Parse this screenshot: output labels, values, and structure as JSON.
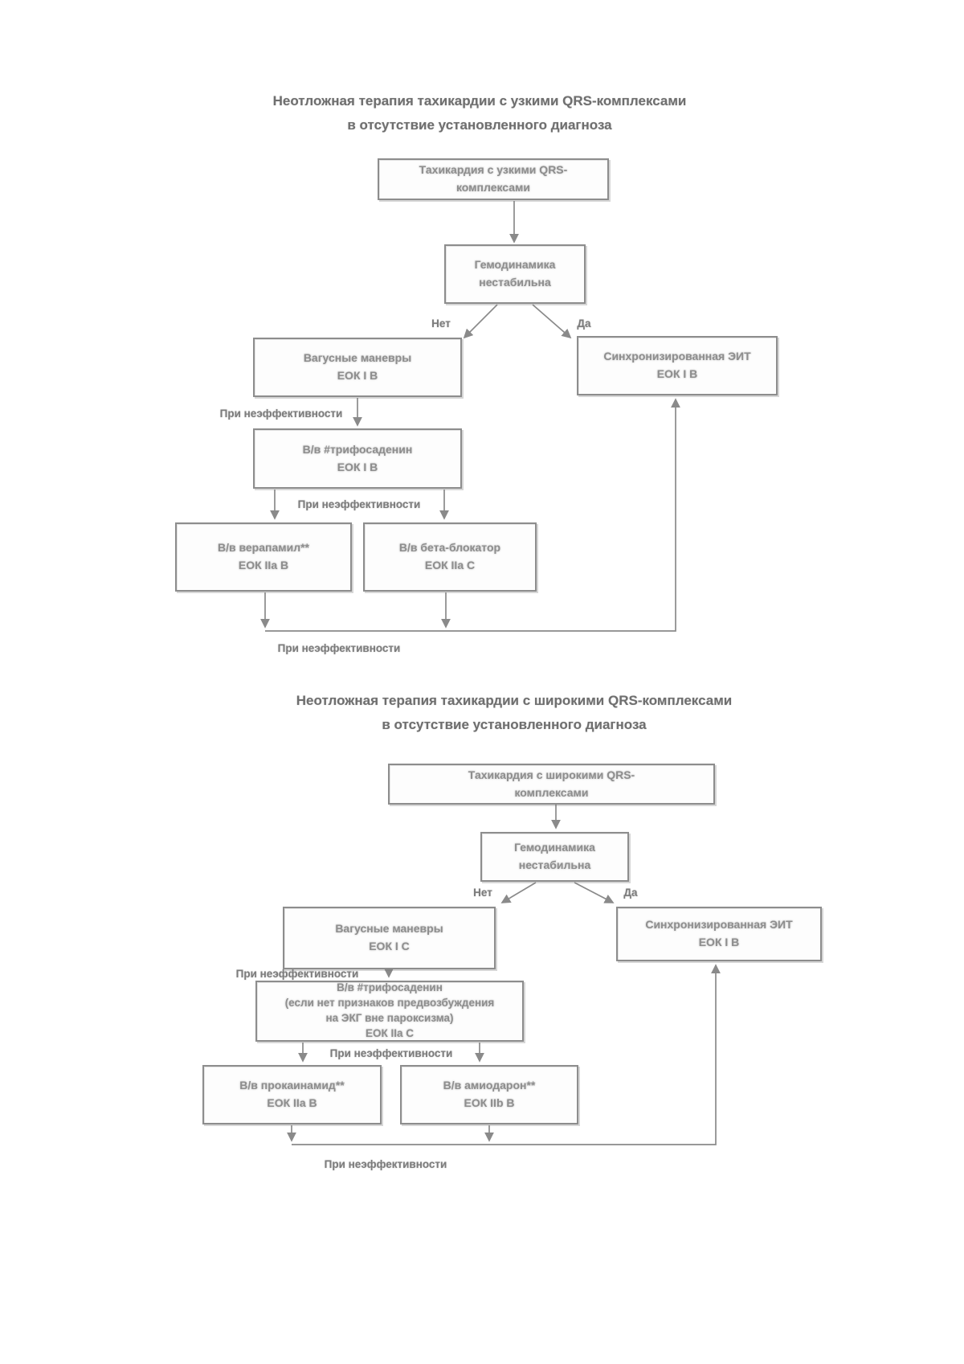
{
  "colors": {
    "line": "#8a8a8a",
    "box_border": "#8d8d8d",
    "box_text": "#8e8e8e",
    "title_text": "#6f6f6f",
    "label_text": "#7c7c7c",
    "background": "#ffffff"
  },
  "charts": [
    {
      "title_line1": "Неотложная терапия тахикардии с узкими QRS-комплексами",
      "title_line2": "в отсутствие установленного диагноза",
      "nodes": {
        "start": {
          "lines": [
            "Тахикардия с узкими QRS-",
            "комплексами"
          ]
        },
        "hemo": {
          "lines": [
            "Гемодинамика",
            "нестабильна"
          ]
        },
        "vagal": {
          "lines": [
            "Вагусные маневры",
            "ЕОК I B"
          ]
        },
        "eit": {
          "lines": [
            "Синхронизированная ЭИТ",
            "ЕОК I B"
          ]
        },
        "atp": {
          "lines": [
            "В/в #трифосаденин",
            "ЕОК I B"
          ]
        },
        "verapamil": {
          "lines": [
            "В/в верапамил**",
            "ЕОК IIa B"
          ]
        },
        "beta": {
          "lines": [
            "В/в бета-блокатор",
            "ЕОК IIa C"
          ]
        }
      },
      "labels": {
        "no": "Нет",
        "yes": "Да",
        "ineffective_1": "При неэффективности",
        "ineffective_2": "При неэффективности",
        "ineffective_3": "При неэффективности"
      }
    },
    {
      "title_line1": "Неотложная терапия тахикардии с широкими QRS-комплексами",
      "title_line2": "в отсутствие установленного диагноза",
      "nodes": {
        "start": {
          "lines": [
            "Тахикардия с широкими QRS-",
            "комплексами"
          ]
        },
        "hemo": {
          "lines": [
            "Гемодинамика",
            "нестабильна"
          ]
        },
        "vagal": {
          "lines": [
            "Вагусные маневры",
            "ЕОК I C"
          ]
        },
        "eit": {
          "lines": [
            "Синхронизированная ЭИТ",
            "ЕОК I B"
          ]
        },
        "atp": {
          "lines": [
            "В/в #трифосаденин",
            "(если нет признаков предвозбуждения",
            "на ЭКГ вне пароксизма)",
            "ЕОК IIa C"
          ]
        },
        "procainamide": {
          "lines": [
            "В/в прокаинамид**",
            "ЕОК IIa B"
          ]
        },
        "amiodarone": {
          "lines": [
            "В/в амиодарон**",
            "ЕОК IIb B"
          ]
        }
      },
      "labels": {
        "no": "Нет",
        "yes": "Да",
        "ineffective_1": "При неэффективности",
        "ineffective_2": "При неэффективности",
        "ineffective_3": "При неэффективности"
      }
    }
  ]
}
